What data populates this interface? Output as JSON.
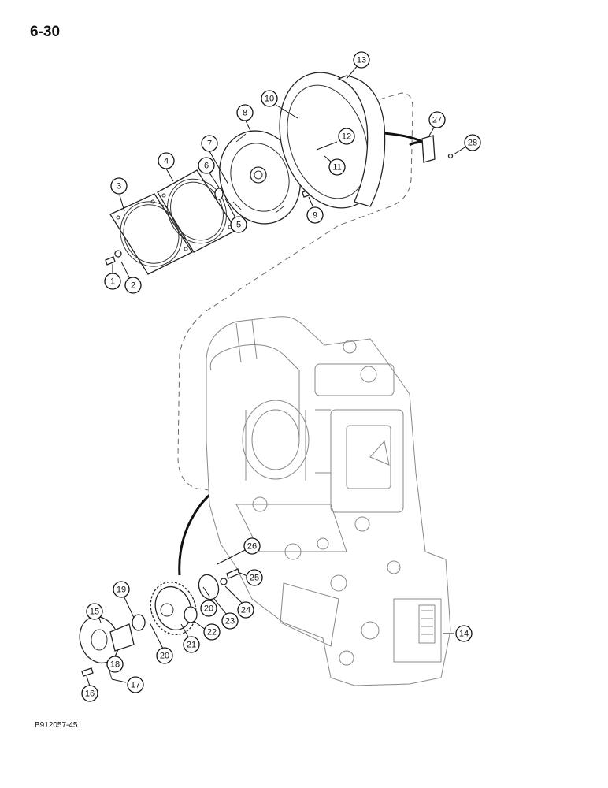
{
  "page_number": "6-30",
  "figure_code": "B912057-45",
  "callouts": [
    "1",
    "2",
    "3",
    "4",
    "5",
    "6",
    "7",
    "8",
    "9",
    "10",
    "11",
    "12",
    "13",
    "14",
    "15",
    "16",
    "17",
    "18",
    "19",
    "20",
    "20",
    "21",
    "22",
    "23",
    "24",
    "25",
    "26",
    "27",
    "28"
  ]
}
